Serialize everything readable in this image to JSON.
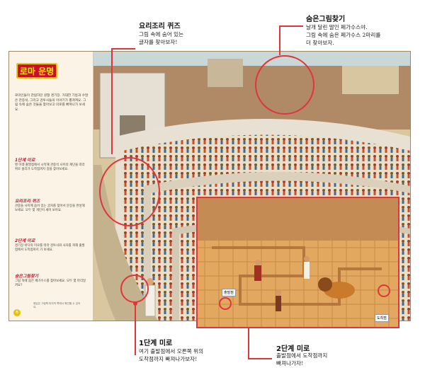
{
  "sidebar": {
    "title": "로마 운명",
    "intro": "로마인들이 관람하던 원형 경기장. 거대한 기둥과 수많은 관중석, 그리고 검투사들의 이야기가 펼쳐져요. 그림 속에 숨은 것들을 찾아보고 미로를 빠져나가 보세요.",
    "steps": [
      {
        "title": "1단계 미로",
        "text": "맨 아래 출발점에서 시작해 관중석 사이의 계단을 따라 위로 올라가 도착점까지 길을 찾아보세요."
      },
      {
        "title": "요리조리 퀴즈",
        "text": "관중들 사이에 숨어 있는 글자를 찾아서 문장을 완성해 보세요. 모두 몇 개인지 세어 보아요."
      },
      {
        "title": "2단계 미로",
        "text": "경기장 바닥의 미로를 따라 검투사와 사자를 피해 출발점에서 도착점까지 가 보세요."
      },
      {
        "title": "숨은그림찾기",
        "text": "그림 속에 숨은 페가수스를 찾아보세요. 모두 몇 마리일까요?"
      }
    ],
    "footnote": "정답은 그림책 마지막 쪽에서 확인할 수 있어요.",
    "page_number": "6"
  },
  "inset": {
    "start_label": "출발점",
    "end_label": "도착점"
  },
  "callouts": {
    "quiz": {
      "title": "요리조리 퀴즈",
      "lines": [
        "그림 속에 숨어 있는",
        "글자를 찾아보자!"
      ]
    },
    "hidden": {
      "title": "숨은그림찾기",
      "lines": [
        "날개 달린 말인 페가수스야.",
        "그림 속에 숨은 페가수스 2마리를",
        "더 찾아보자."
      ]
    },
    "maze1": {
      "title": "1단계 미로",
      "lines": [
        "여기 출발점에서 오른쪽 위의",
        "도착점까지 빠져나가보자!"
      ]
    },
    "maze2": {
      "title": "2단계 미로",
      "lines": [
        "출발점에서 도착점까지",
        "빠져나가자!"
      ]
    }
  },
  "colors": {
    "accent": "#e0353d",
    "title_bg": "#c8102e",
    "title_fg": "#ffe600"
  }
}
